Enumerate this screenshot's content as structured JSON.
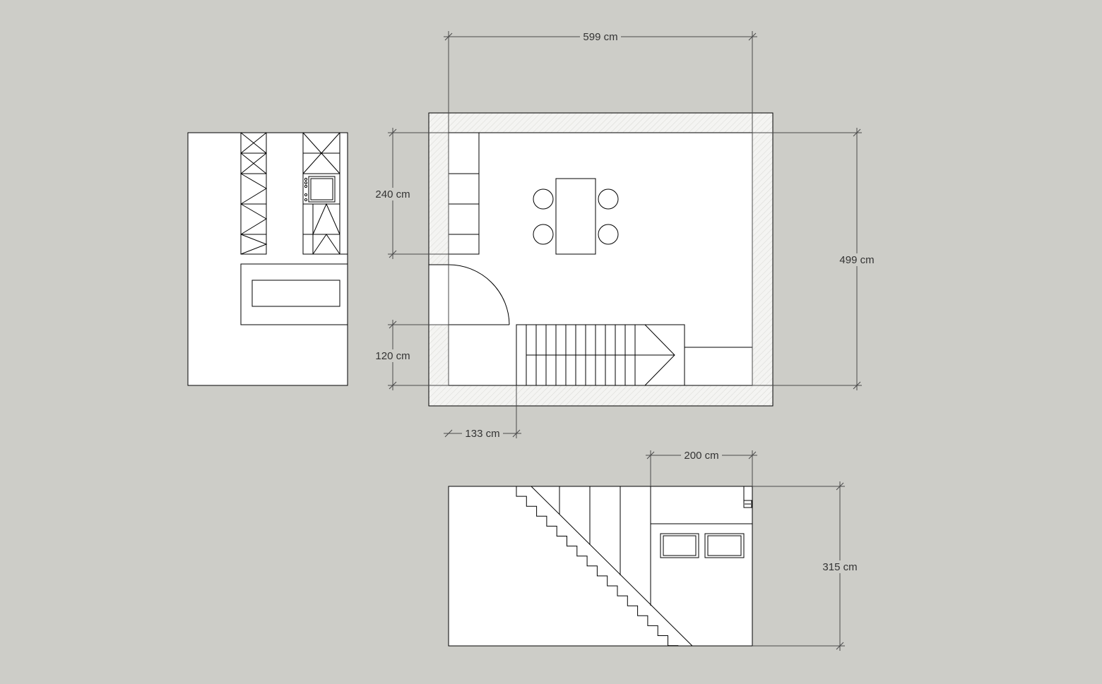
{
  "colors": {
    "background": "#cdcdc8",
    "line": "#000000",
    "dimension": "#4a4a4a",
    "fill": "#ffffff"
  },
  "dimensions": {
    "width_top": "599 cm",
    "height_right": "499 cm",
    "kitchen_depth": "240 cm",
    "door_offset": "120 cm",
    "stair_offset": "133 cm",
    "landing_width": "200 cm",
    "section_height": "315 cm"
  }
}
